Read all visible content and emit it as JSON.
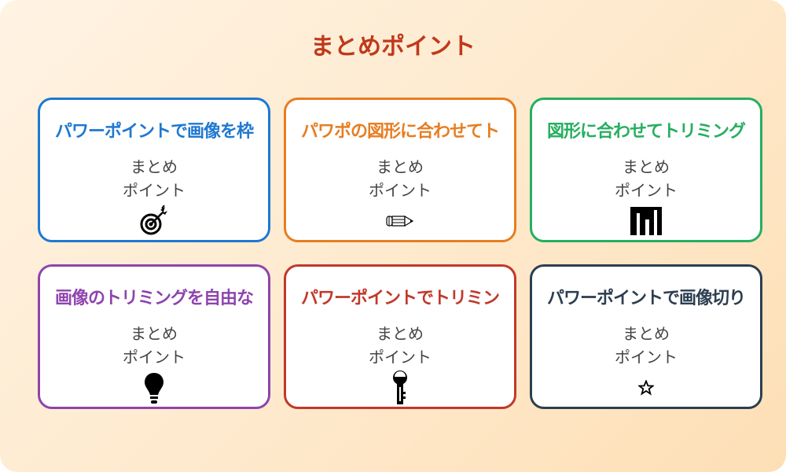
{
  "header": {
    "title": "まとめポイント"
  },
  "cards": [
    {
      "title": "パワーポイントで画像を枠",
      "sub_line1": "まとめ",
      "sub_line2": "ポイント",
      "icon": "target-icon",
      "color": "#1f78d1"
    },
    {
      "title": "パワポの図形に合わせてト",
      "sub_line1": "まとめ",
      "sub_line2": "ポイント",
      "icon": "pencil-icon",
      "color": "#e67e22"
    },
    {
      "title": "図形に合わせてトリミング",
      "sub_line1": "まとめ",
      "sub_line2": "ポイント",
      "icon": "bar-chart-icon",
      "color": "#27ae60"
    },
    {
      "title": "画像のトリミングを自由な",
      "sub_line1": "まとめ",
      "sub_line2": "ポイント",
      "icon": "lightbulb-icon",
      "color": "#8e44ad"
    },
    {
      "title": "パワーポイントでトリミン",
      "sub_line1": "まとめ",
      "sub_line2": "ポイント",
      "icon": "key-icon",
      "color": "#c0392b"
    },
    {
      "title": "パワーポイントで画像切り",
      "sub_line1": "まとめ",
      "sub_line2": "ポイント",
      "icon": "star-icon",
      "color": "#2c3e50"
    }
  ]
}
